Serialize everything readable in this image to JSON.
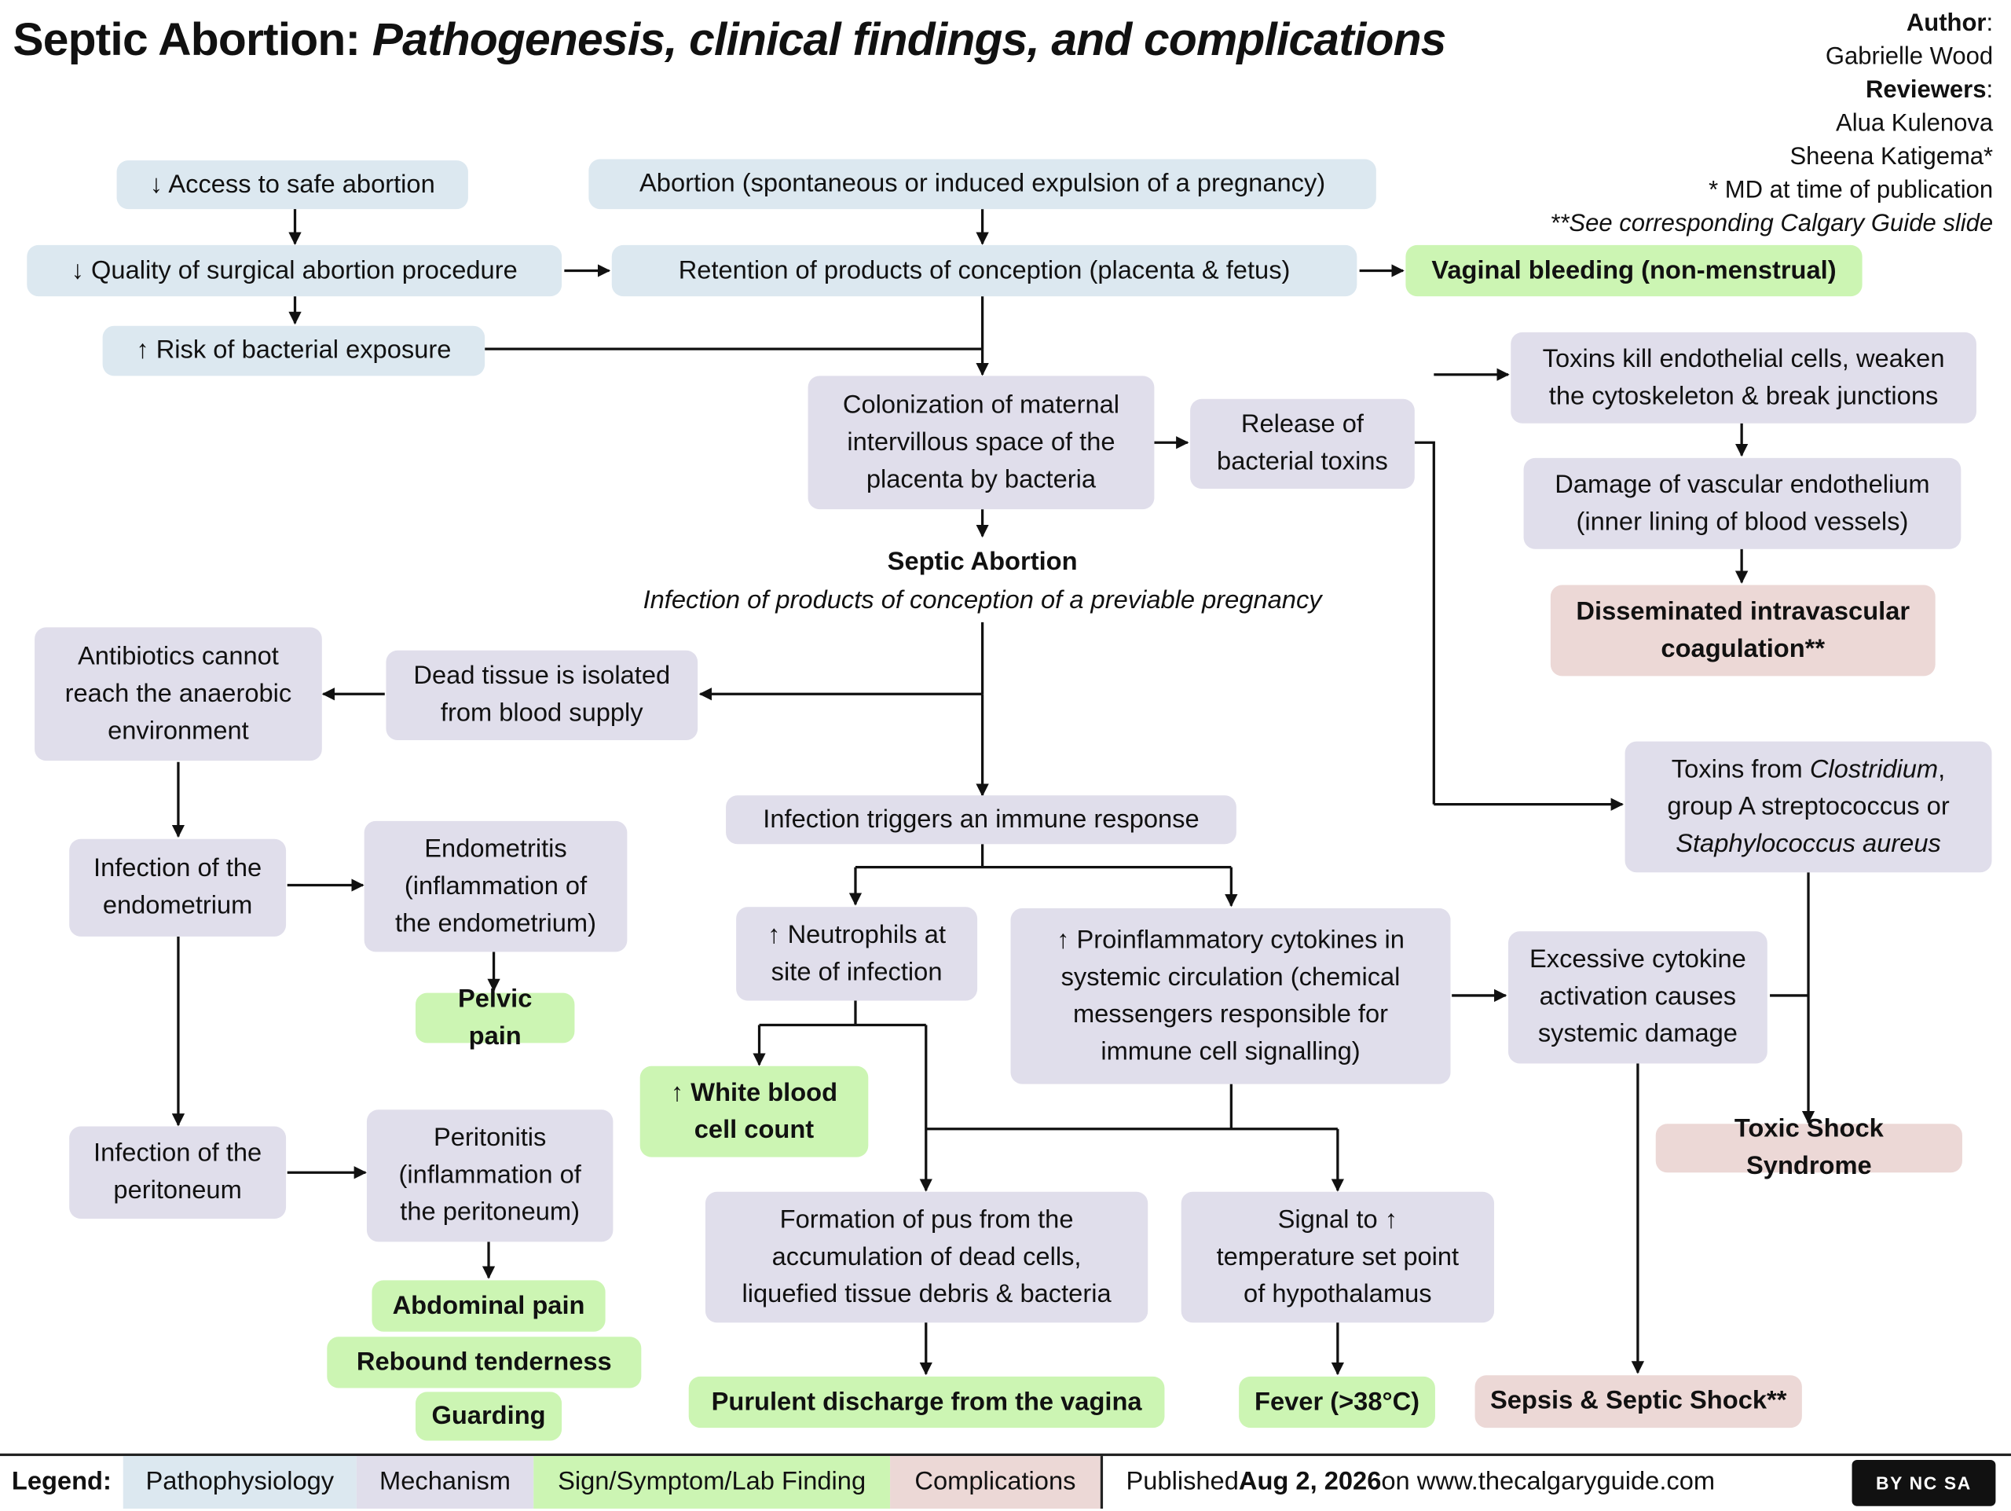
{
  "header": {
    "title_main": "Septic Abortion:",
    "title_sub": "Pathogenesis, clinical findings, and complications",
    "author_label": "Author",
    "author_name": "Gabrielle Wood",
    "reviewers_label": "Reviewers",
    "reviewer_1": "Alua Kulenova",
    "reviewer_2": "Sheena Katigema*",
    "md_note": "* MD at time of publication",
    "see_note": "**See corresponding Calgary Guide slide"
  },
  "nodes": {
    "access": "↓ Access to safe abortion",
    "quality": "↓ Quality of surgical abortion procedure",
    "risk": "↑ Risk of bacterial exposure",
    "abortion": "Abortion (spontaneous or induced expulsion of a pregnancy)",
    "retention": "Retention of products of conception (placenta & fetus)",
    "bleeding": "Vaginal bleeding (non-menstrual)",
    "colonization": "Colonization of maternal\nintervillous space of the\nplacenta by bacteria",
    "release": "Release of\nbacterial toxins",
    "toxins_kill": "Toxins kill endothelial cells, weaken\nthe cytoskeleton & break junctions",
    "damage": "Damage of vascular endothelium\n(inner lining of blood vessels)",
    "dic": "Disseminated intravascular\ncoagulation**",
    "septic_title": "Septic Abortion",
    "septic_def": "Infection of products of conception of a previable pregnancy",
    "antibiotics": "Antibiotics cannot\nreach the anaerobic\nenvironment",
    "dead_tissue": "Dead tissue is isolated\nfrom blood supply",
    "toxins_from_a": "Toxins from ",
    "toxins_from_b": "Clostridium",
    "toxins_from_c": ",\ngroup A streptococcus or\n",
    "toxins_from_d": "Staphylococcus aureus",
    "immune": "Infection triggers an immune response",
    "inf_endometrium": "Infection of the\nendometrium",
    "endometritis": "Endometritis\n(inflammation of\nthe endometrium)",
    "pelvic_pain": "Pelvic pain",
    "neutrophils": "↑ Neutrophils at\nsite of infection",
    "cytokines": "↑ Proinflammatory cytokines in\nsystemic circulation (chemical\nmessengers responsible for\nimmune cell signalling)",
    "excessive": "Excessive cytokine\nactivation causes\nsystemic damage",
    "wbc": "↑ White blood\ncell count",
    "tss": "Toxic Shock Syndrome",
    "inf_peritoneum": "Infection of the\nperitoneum",
    "peritonitis": "Peritonitis\n(inflammation of\nthe peritoneum)",
    "pus": "Formation of pus from the\naccumulation of dead cells,\nliquefied tissue debris & bacteria",
    "signal": "Signal to ↑\ntemperature set point\nof hypothalamus",
    "abdominal_pain": "Abdominal pain",
    "rebound": "Rebound tenderness",
    "guarding": "Guarding",
    "purulent": "Purulent discharge from the vagina",
    "fever": "Fever (>38°C)",
    "sepsis": "Sepsis & Septic Shock**"
  },
  "legend": {
    "label": "Legend:",
    "pathophysiology": "Pathophysiology",
    "mechanism": "Mechanism",
    "sign": "Sign/Symptom/Lab Finding",
    "complications": "Complications",
    "published_prefix": "Published ",
    "published_date": "Aug 2, 2026",
    "published_suffix": " on www.thecalgaryguide.com",
    "license": "BY NC SA"
  },
  "colors": {
    "pathophysiology": "#dce8f0",
    "mechanism": "#e0deeb",
    "sign": "#ccf5b3",
    "complications": "#ecd8d6"
  }
}
